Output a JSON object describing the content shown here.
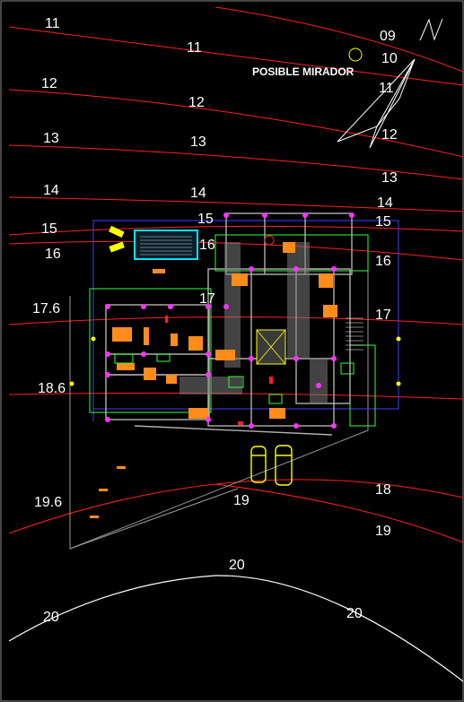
{
  "annotation": "POSIBLE MIRADOR",
  "north_symbol": "north-arrow-icon",
  "contour_labels": {
    "l_11": "11",
    "c_11": "11",
    "r_09": "09",
    "r_10": "10",
    "l_12": "12",
    "c_12": "12",
    "r_11": "11",
    "r_12": "12",
    "l_13": "13",
    "c_13": "13",
    "r_13": "13",
    "l_14": "14",
    "c_14": "14",
    "r_14": "14",
    "l_15": "15",
    "c_15": "15",
    "r_15": "15",
    "l_16": "16",
    "c_16": "16",
    "r_16": "16",
    "c_17": "17",
    "r_17": "17",
    "l_176": "17.6",
    "l_186": "18.6",
    "r_18": "18",
    "c_19": "19",
    "r_19": "19",
    "l_196": "19.6",
    "c_20": "20",
    "l_20": "20",
    "r_20": "20"
  },
  "colors": {
    "contour": "#ff2020",
    "terrain": "#ffffff",
    "walls": "#b0b0b0",
    "furniture": "#ff8c1a",
    "pool": "#00e5ff",
    "columns": "#ff33ff",
    "axes": "#4040ff",
    "landscape": "#33ff33",
    "vehicles": "#ffff00"
  }
}
